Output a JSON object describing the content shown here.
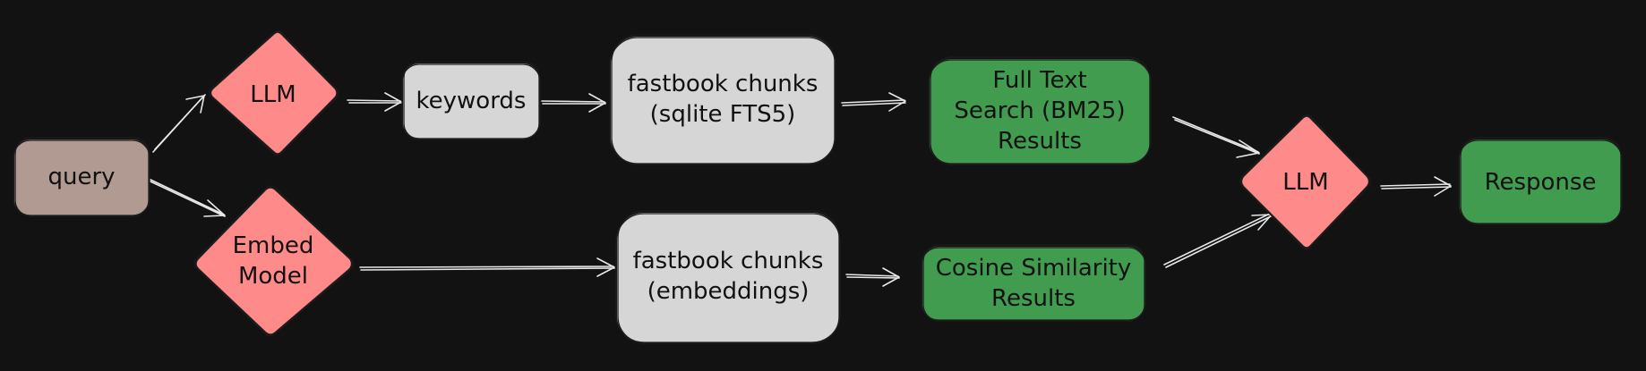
{
  "colors": {
    "background": "#121212",
    "query_node": "#b19a92",
    "llm_node": "#ff8a8a",
    "store_node": "#d6d6d6",
    "results_node": "#419c4f",
    "arrow": "#e8e8e8"
  },
  "nodes": {
    "query": {
      "lines": [
        "query"
      ]
    },
    "llm_top": {
      "lines": [
        "LLM"
      ]
    },
    "embed_model": {
      "lines": [
        "Embed",
        "Model"
      ]
    },
    "keywords": {
      "lines": [
        "keywords"
      ]
    },
    "fts_chunks": {
      "lines": [
        "fastbook chunks",
        "(sqlite FTS5)"
      ]
    },
    "emb_chunks": {
      "lines": [
        "fastbook chunks",
        "(embeddings)"
      ]
    },
    "fts_results": {
      "lines": [
        "Full Text",
        "Search (BM25)",
        "Results"
      ]
    },
    "cos_results": {
      "lines": [
        "Cosine Similarity",
        "Results"
      ]
    },
    "llm_final": {
      "lines": [
        "LLM"
      ]
    },
    "response": {
      "lines": [
        "Response"
      ]
    }
  }
}
